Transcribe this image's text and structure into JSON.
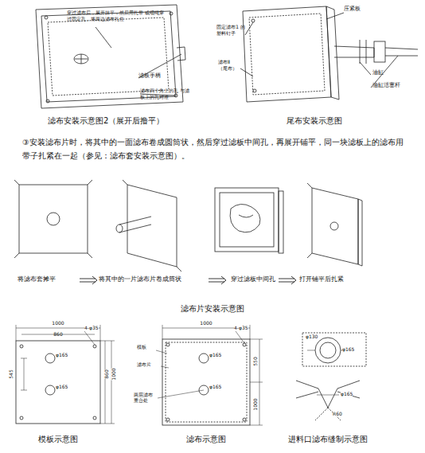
{
  "diagram": {
    "labels": [
      "穿过滤布后，展开抹平，然后用扎带 或细绳穿过固定孔，将两边滤布扎住",
      "滤板手柄",
      "滤布四个角上的孔 与滤板上的孔对准",
      "滤布安装示意图2（展开后撸平）",
      "压紧板",
      "固定滤布1 的塑料钉子",
      "滤布Ⅱ （尾布）",
      "油缸",
      "油缸活塞杆",
      "尾布安装示意图",
      "③安装滤布片时，将其中的一面滤布卷成圆筒状，然后穿过滤板中间孔，再展开铺平，同一块滤板上的滤布用带子扎紧在一起（参见：滤布套安装示意图）。",
      "将滤布套摊平",
      "将其中的一片滤布片卷成筒状",
      "穿过滤板中间孔",
      "打开铺平后扎紧",
      "滤布片安装示意图",
      "1000",
      "860",
      "4-φ35",
      "φ165",
      "φ165",
      "545",
      "860",
      "1000",
      "模板示意图",
      "1000",
      "4-φ35",
      "模板",
      "滤布片",
      "φ165",
      "φ165",
      "两层滤布重合处",
      "550",
      "1000",
      "滤布示意图",
      "φ130",
      "φ165",
      "φ165",
      "R60",
      "进料口滤布缝制示意图"
    ]
  }
}
